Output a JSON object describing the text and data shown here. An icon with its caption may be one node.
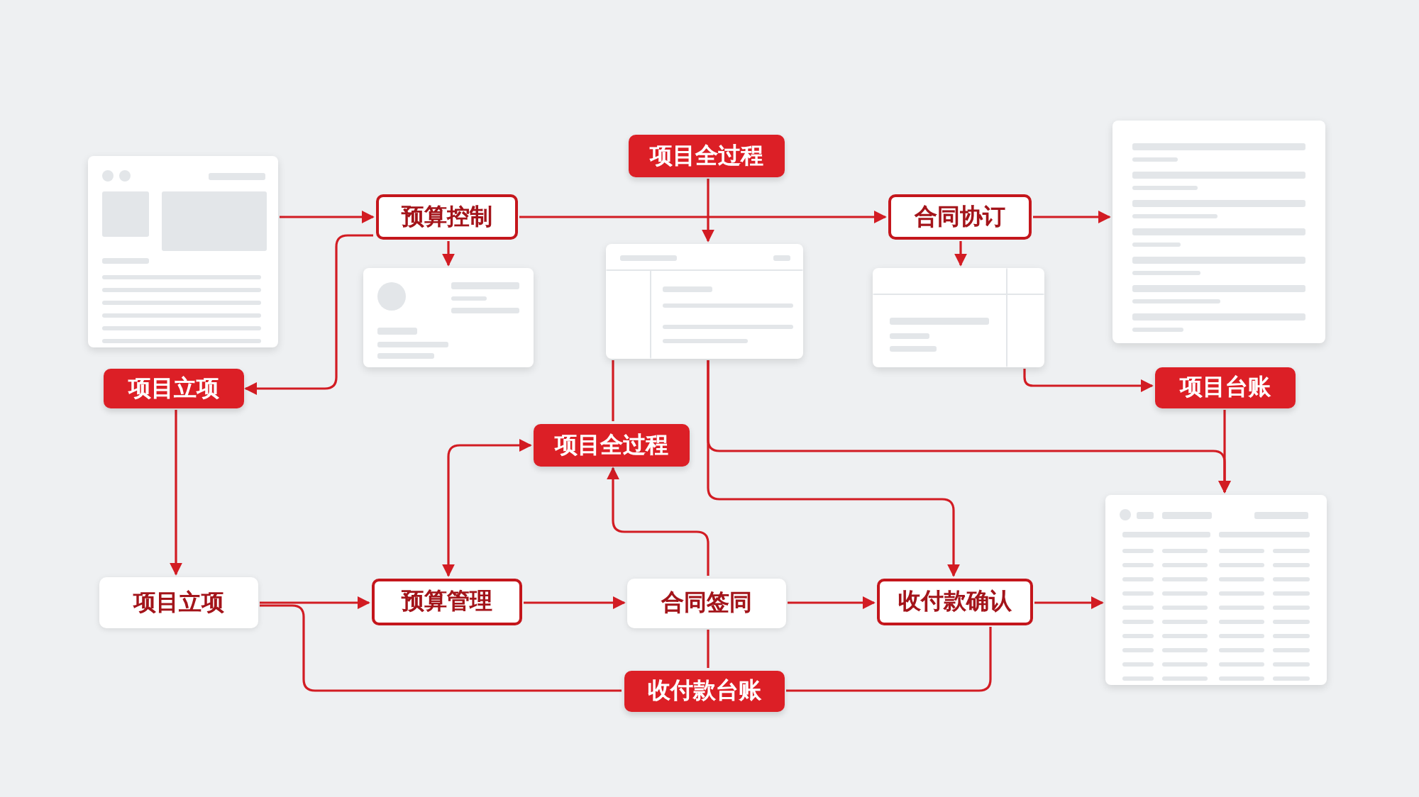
{
  "diagram": {
    "nodes": [
      {
        "text": [
          "项目全过程"
        ]
      },
      {
        "text": [],
        "shape": "picture"
      },
      {
        "text": [
          "预算控制"
        ]
      },
      {
        "text": [
          "合同协订"
        ]
      },
      {
        "text": [],
        "shape": "picture"
      },
      {
        "text": [],
        "shape": "picture"
      },
      {
        "text": [],
        "shape": "picture"
      },
      {
        "text": [],
        "shape": "picture"
      },
      {
        "text": [
          "项目立项"
        ]
      },
      {
        "text": [
          "项目台账"
        ]
      },
      {
        "text": [
          "项目全过程"
        ]
      },
      {
        "text": [],
        "shape": "picture"
      },
      {
        "text": [
          "项目立项"
        ]
      },
      {
        "text": [
          "预算管理"
        ]
      },
      {
        "text": [
          "合同签同"
        ]
      },
      {
        "text": [
          "收付款确认"
        ]
      },
      {
        "text": [
          "收付款台账"
        ]
      }
    ],
    "edges": [
      {
        "from": 1,
        "to": 2,
        "arrow": "to"
      },
      {
        "from": 2,
        "to": 3,
        "arrow": "to"
      },
      {
        "from": 3,
        "to": 4,
        "arrow": "to"
      },
      {
        "from": 0,
        "to": 6,
        "arrow": "to"
      },
      {
        "from": 2,
        "to": 5,
        "arrow": "to"
      },
      {
        "from": 3,
        "to": 7,
        "arrow": "to"
      },
      {
        "from": 2,
        "to": 8,
        "arrow": "to"
      },
      {
        "from": 7,
        "to": 9,
        "arrow": "to"
      },
      {
        "from": 9,
        "to": 11,
        "arrow": "to"
      },
      {
        "from": 6,
        "to": 11,
        "arrow": "to"
      },
      {
        "from": 6,
        "to": 15,
        "arrow": "to"
      },
      {
        "from": 8,
        "to": 12,
        "arrow": "to"
      },
      {
        "from": 12,
        "to": 13,
        "arrow": "to"
      },
      {
        "from": 13,
        "to": 14,
        "arrow": "to"
      },
      {
        "from": 14,
        "to": 15,
        "arrow": "to"
      },
      {
        "from": 15,
        "to": 11,
        "arrow": "to"
      },
      {
        "from": 13,
        "to": 10,
        "arrow": "both"
      },
      {
        "from": 14,
        "to": 10,
        "arrow": "to"
      },
      {
        "from": 10,
        "to": 6,
        "arrow": "none"
      },
      {
        "from": 12,
        "to": 16,
        "arrow": "none"
      },
      {
        "from": 14,
        "to": 16,
        "arrow": "none"
      },
      {
        "from": 15,
        "to": 16,
        "arrow": "none"
      }
    ]
  }
}
